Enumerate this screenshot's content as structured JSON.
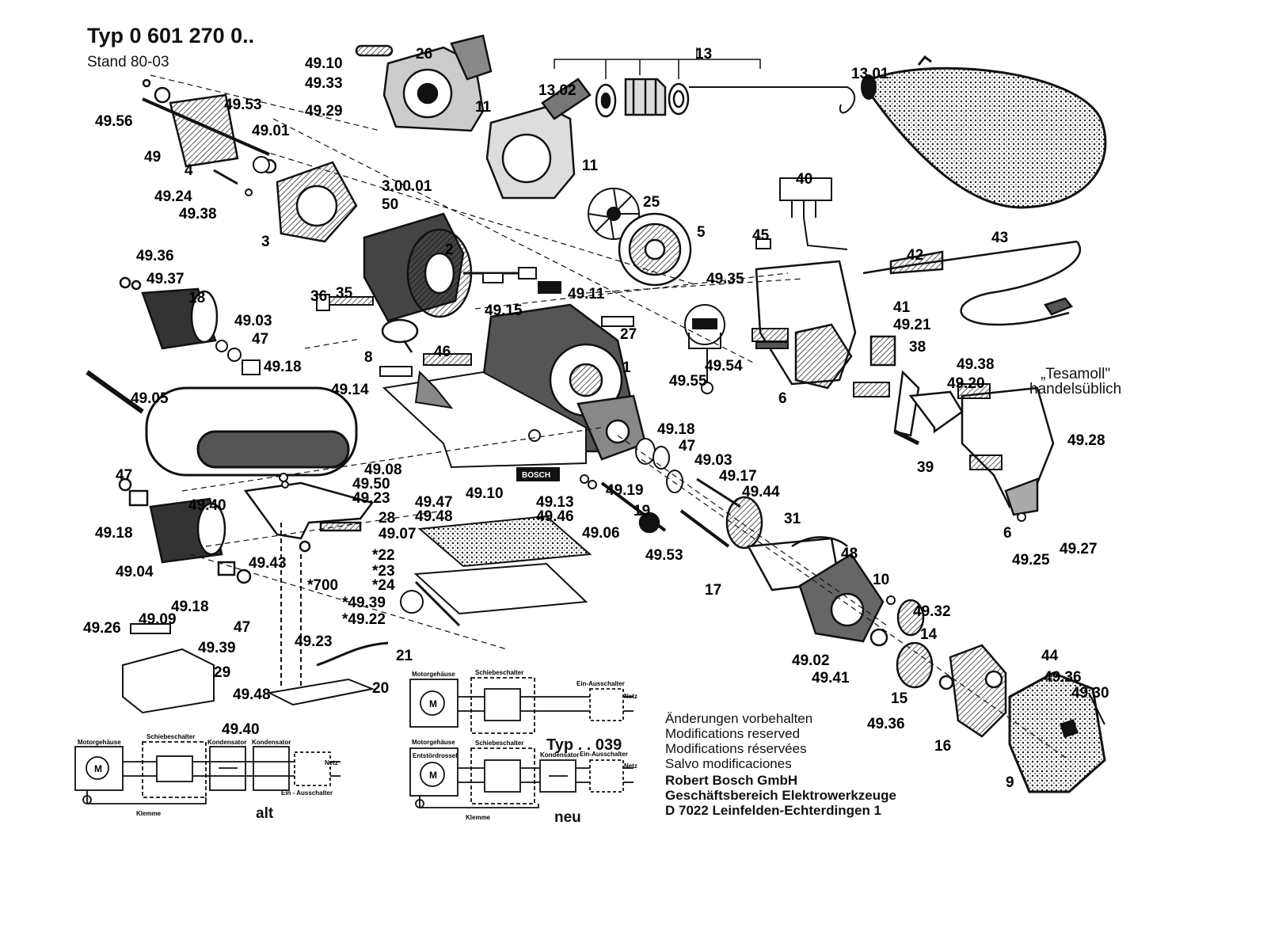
{
  "header": {
    "title": "Typ 0 601 270 0..",
    "stand": "Stand 80-03"
  },
  "callouts": [
    {
      "id": "c1",
      "label": "49.10"
    },
    {
      "id": "c2",
      "label": "26"
    },
    {
      "id": "c3",
      "label": "49.33"
    },
    {
      "id": "c4",
      "label": "49.29"
    },
    {
      "id": "c5",
      "label": "11"
    },
    {
      "id": "c6",
      "label": "13"
    },
    {
      "id": "c7",
      "label": "13.01"
    },
    {
      "id": "c8",
      "label": "13.02"
    },
    {
      "id": "c9",
      "label": "11"
    },
    {
      "id": "c10",
      "label": "49.56"
    },
    {
      "id": "c11",
      "label": "49.53"
    },
    {
      "id": "c12",
      "label": "49"
    },
    {
      "id": "c13",
      "label": "4"
    },
    {
      "id": "c14",
      "label": "49.01"
    },
    {
      "id": "c15",
      "label": "49.24"
    },
    {
      "id": "c16",
      "label": "49.38"
    },
    {
      "id": "c17",
      "label": "3"
    },
    {
      "id": "c18",
      "label": "3.00.01"
    },
    {
      "id": "c19",
      "label": "50"
    },
    {
      "id": "c20",
      "label": "25"
    },
    {
      "id": "c21",
      "label": "5"
    },
    {
      "id": "c22",
      "label": "40"
    },
    {
      "id": "c23",
      "label": "2"
    },
    {
      "id": "c24",
      "label": "49.36"
    },
    {
      "id": "c25",
      "label": "49.37"
    },
    {
      "id": "c26",
      "label": "18"
    },
    {
      "id": "c27",
      "label": "36"
    },
    {
      "id": "c28",
      "label": "35"
    },
    {
      "id": "c29",
      "label": "49.11"
    },
    {
      "id": "c30",
      "label": "45"
    },
    {
      "id": "c31",
      "label": "49.35"
    },
    {
      "id": "c32",
      "label": "42"
    },
    {
      "id": "c33",
      "label": "43"
    },
    {
      "id": "c34",
      "label": "49.03"
    },
    {
      "id": "c35",
      "label": "47"
    },
    {
      "id": "c36",
      "label": "49.15"
    },
    {
      "id": "c37",
      "label": "27"
    },
    {
      "id": "c38",
      "label": "41"
    },
    {
      "id": "c39",
      "label": "49.21"
    },
    {
      "id": "c40",
      "label": "8"
    },
    {
      "id": "c41",
      "label": "46"
    },
    {
      "id": "c42",
      "label": "1"
    },
    {
      "id": "c43",
      "label": "49.18"
    },
    {
      "id": "c44",
      "label": "49.54"
    },
    {
      "id": "c45",
      "label": "38"
    },
    {
      "id": "c46",
      "label": "49.55"
    },
    {
      "id": "c47",
      "label": "49.38"
    },
    {
      "id": "c48",
      "label": "49.20"
    },
    {
      "id": "c49",
      "label": "49.14"
    },
    {
      "id": "c50",
      "label": "49.05"
    },
    {
      "id": "c51",
      "label": "6"
    },
    {
      "id": "c52",
      "label": "49.18"
    },
    {
      "id": "c53",
      "label": "47"
    },
    {
      "id": "c54",
      "label": "49.28"
    },
    {
      "id": "c55",
      "label": "49.03"
    },
    {
      "id": "c56",
      "label": "49.17"
    },
    {
      "id": "c57",
      "label": "39"
    },
    {
      "id": "c58",
      "label": "49.08"
    },
    {
      "id": "c59",
      "label": "47"
    },
    {
      "id": "c60",
      "label": "49.50"
    },
    {
      "id": "c61",
      "label": "49.23"
    },
    {
      "id": "c62",
      "label": "49.10"
    },
    {
      "id": "c63",
      "label": "49.19"
    },
    {
      "id": "c64",
      "label": "49.44"
    },
    {
      "id": "c65",
      "label": "49.40"
    },
    {
      "id": "c66",
      "label": "49.47"
    },
    {
      "id": "c67",
      "label": "49.48"
    },
    {
      "id": "c68",
      "label": "49.13"
    },
    {
      "id": "c69",
      "label": "19"
    },
    {
      "id": "c70",
      "label": "31"
    },
    {
      "id": "c71",
      "label": "49.18"
    },
    {
      "id": "c72",
      "label": "28"
    },
    {
      "id": "c73",
      "label": "49.46"
    },
    {
      "id": "c74",
      "label": "49.07"
    },
    {
      "id": "c75",
      "label": "49.06"
    },
    {
      "id": "c76",
      "label": "6"
    },
    {
      "id": "c77",
      "label": "49.27"
    },
    {
      "id": "c78",
      "label": "*22"
    },
    {
      "id": "c79",
      "label": "49.53"
    },
    {
      "id": "c80",
      "label": "48"
    },
    {
      "id": "c81",
      "label": "49.25"
    },
    {
      "id": "c82",
      "label": "49.43"
    },
    {
      "id": "c83",
      "label": "49.04"
    },
    {
      "id": "c84",
      "label": "*23"
    },
    {
      "id": "c85",
      "label": "*700"
    },
    {
      "id": "c86",
      "label": "*24"
    },
    {
      "id": "c87",
      "label": "17"
    },
    {
      "id": "c88",
      "label": "10"
    },
    {
      "id": "c89",
      "label": "49.18"
    },
    {
      "id": "c90",
      "label": "*49.39"
    },
    {
      "id": "c91",
      "label": "47"
    },
    {
      "id": "c92",
      "label": "*49.22"
    },
    {
      "id": "c93",
      "label": "49.32"
    },
    {
      "id": "c94",
      "label": "49.09"
    },
    {
      "id": "c95",
      "label": "49.26"
    },
    {
      "id": "c96",
      "label": "49.39"
    },
    {
      "id": "c97",
      "label": "14"
    },
    {
      "id": "c98",
      "label": "49.23"
    },
    {
      "id": "c99",
      "label": "21"
    },
    {
      "id": "c100",
      "label": "29"
    },
    {
      "id": "c101",
      "label": "49.02"
    },
    {
      "id": "c102",
      "label": "44"
    },
    {
      "id": "c103",
      "label": "49.41"
    },
    {
      "id": "c104",
      "label": "49.36"
    },
    {
      "id": "c105",
      "label": "20"
    },
    {
      "id": "c106",
      "label": "49.48"
    },
    {
      "id": "c107",
      "label": "15"
    },
    {
      "id": "c108",
      "label": "49.30"
    },
    {
      "id": "c109",
      "label": "49.36"
    },
    {
      "id": "c110",
      "label": "49.40"
    },
    {
      "id": "c111",
      "label": "16"
    },
    {
      "id": "c112",
      "label": "9"
    }
  ],
  "tesamoll": {
    "line1": "„Tesamoll\"",
    "line2": "handelsüblich"
  },
  "brand": "BOSCH",
  "wiring": {
    "motorgehaeuse": "Motorgehäuse",
    "schiebeschalter": "Schiebeschalter",
    "ein_ausschalter": "Ein-Ausschalter",
    "ein_ausschalter_alt": "Ein - Ausschalter",
    "kondensator": "Kondensator",
    "entstoerdrossel": "Entstördrossel",
    "netz": "Netz",
    "klemme": "Klemme",
    "motor": "M",
    "typ039": "Typ . . 039",
    "alt": "alt",
    "neu": "neu"
  },
  "notes": {
    "line1": "Änderungen vorbehalten",
    "line2": "Modifications reserved",
    "line3": "Modifications réservées",
    "line4": "Salvo modificaciones",
    "line5": "Robert Bosch GmbH",
    "line6": "Geschäftsbereich Elektrowerkzeuge",
    "line7": "D 7022 Leinfelden-Echterdingen 1"
  }
}
